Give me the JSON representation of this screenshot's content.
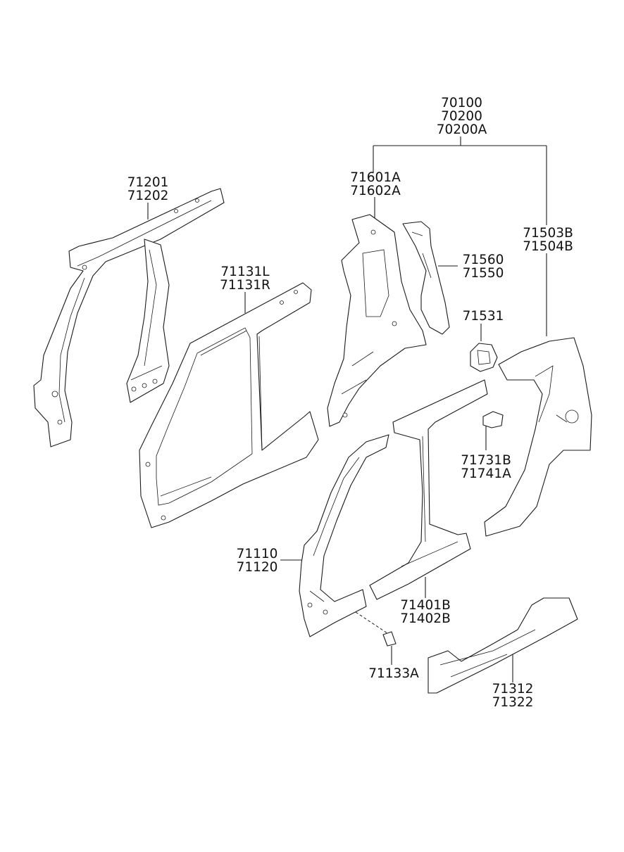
{
  "diagram": {
    "callouts": {
      "assembly": [
        "70100",
        "70200",
        "70200A"
      ],
      "pillar_front_upper": [
        "71201",
        "71202"
      ],
      "side_outer_inner": [
        "71131L",
        "71131R"
      ],
      "quarter_inner": [
        "71601A",
        "71602A"
      ],
      "quarter_ext": [
        "71560",
        "71550"
      ],
      "quarter_outer": [
        "71503B",
        "71504B"
      ],
      "fuel_housing": [
        "71531"
      ],
      "bracket": [
        "71731B",
        "71741A"
      ],
      "side_outer_front": [
        "71110",
        "71120"
      ],
      "center_pillar": [
        "71401B",
        "71402B"
      ],
      "small_bracket": [
        "71133A"
      ],
      "sill": [
        "71312",
        "71322"
      ]
    }
  }
}
